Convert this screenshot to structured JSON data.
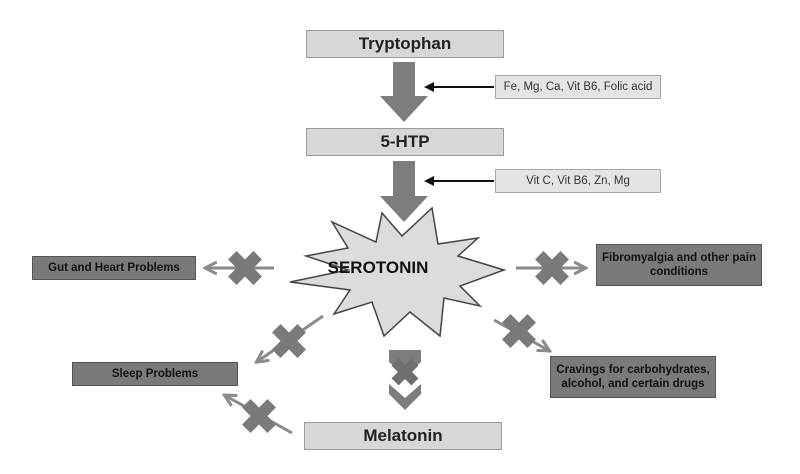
{
  "nodes": {
    "tryptophan": "Tryptophan",
    "htp": "5-HTP",
    "serotonin": "SEROTONIN",
    "melatonin": "Melatonin"
  },
  "cofactors": {
    "first": "Fe, Mg, Ca, Vit B6, Folic acid",
    "second": "Vit C, Vit B6, Zn, Mg"
  },
  "effects": {
    "gut_heart": "Gut and Heart Problems",
    "fibromyalgia": "Fibromyalgia and other pain conditions",
    "sleep": "Sleep Problems",
    "cravings": "Cravings for carbohydrates, alcohol, and certain drugs"
  },
  "colors": {
    "main_box": "#d7d7d7",
    "effect_box": "#7a7a7a",
    "arrow": "#7d7d7d",
    "cross": "#7a7a7a",
    "burst_fill": "#dcdcdc"
  }
}
